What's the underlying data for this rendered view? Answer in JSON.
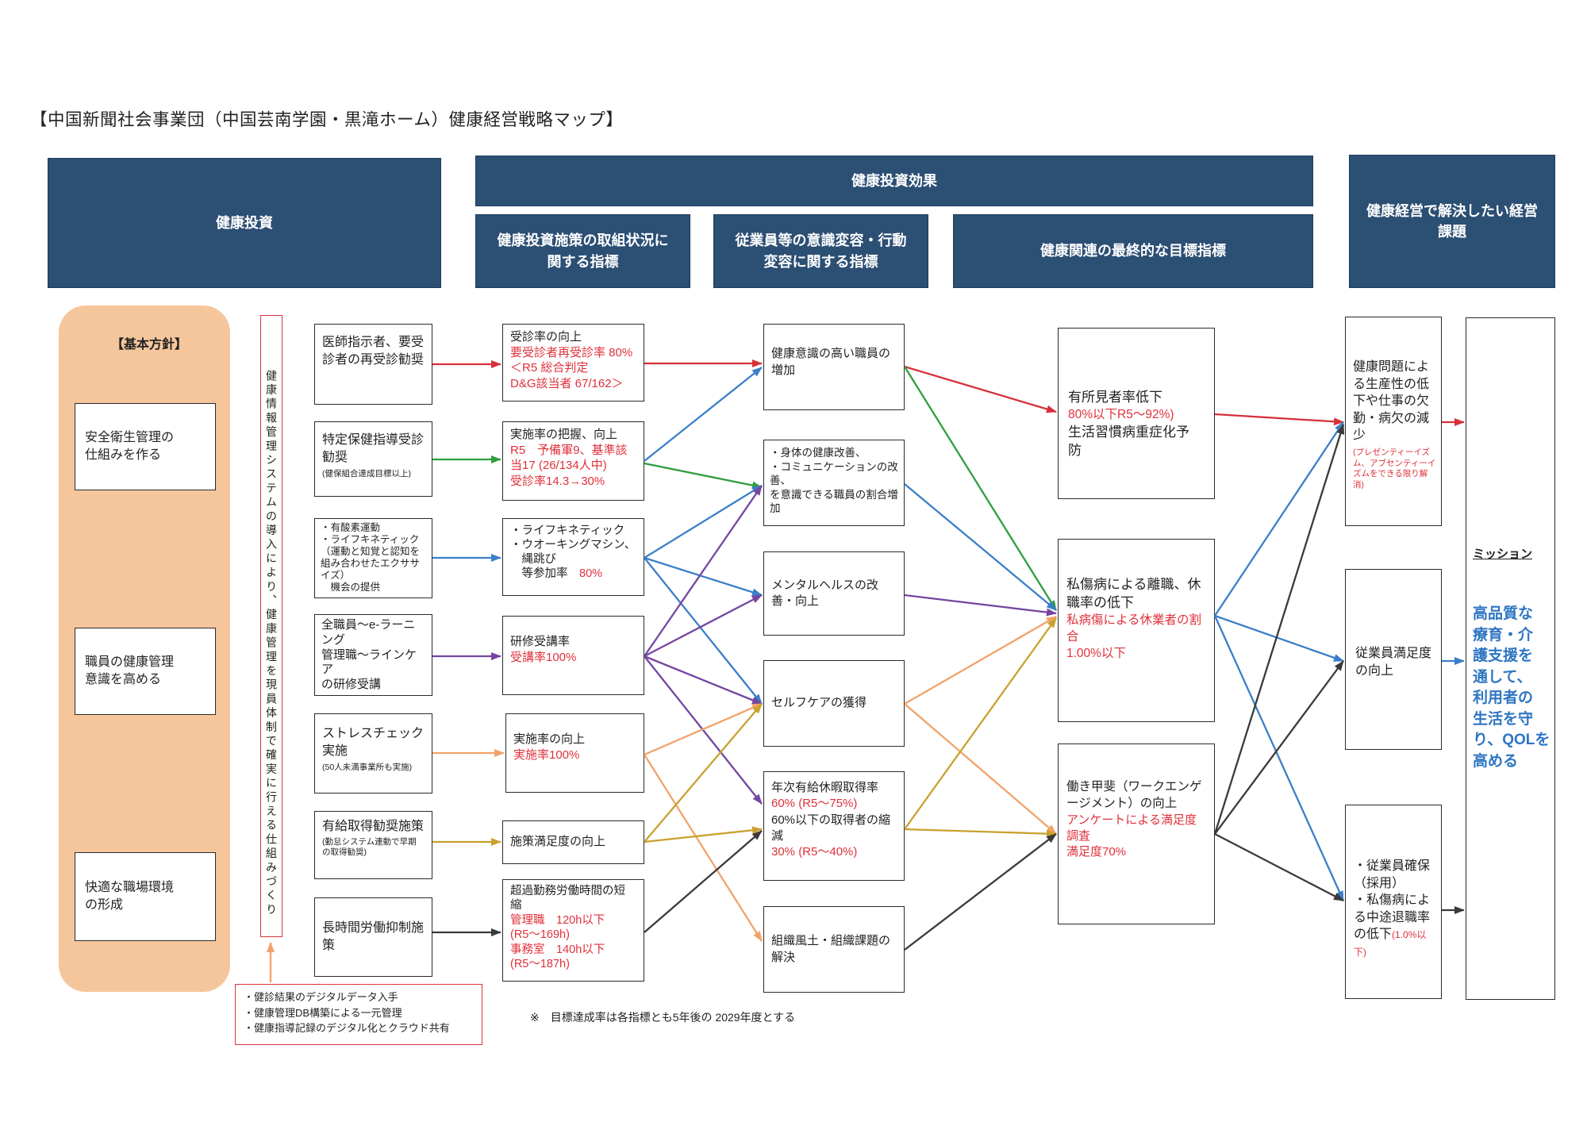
{
  "title": "【中国新聞社会事業団（中国芸南学園・黒滝ホーム）健康経営戦略マップ】",
  "colors": {
    "header_bg": "#2c4f74",
    "panel_bg": "#f5c69c",
    "accent_red": "#e0303a",
    "mission_blue": "#2e75c2",
    "frame_red": "#d9343a"
  },
  "headers": {
    "investment": "健康投資",
    "effect": "健康投資効果",
    "effect_sub": [
      "健康投資施策の取組状況に関する指標",
      "従業員等の意識変容・行動変容に関する指標",
      "健康関連の最終的な目標指標"
    ],
    "issues": "健康経営で解決したい経営課題"
  },
  "policy": {
    "heading": "【基本方針】",
    "items": [
      "安全衛生管理の仕組みを作る",
      "職員の健康管理意識を高める",
      "快適な職場環境の形成"
    ]
  },
  "system_note": "健康情報管理システムの導入により、健康管理を現員体制で確実に行える仕組みづくり",
  "digital_items": [
    "・健診結果のデジタルデータ入手",
    "・健康管理DB構築による一元管理",
    "・健康指導記録のデジタル化とクラウド共有"
  ],
  "actions": [
    {
      "main": "医師指示者、要受診者の再受診勧奨"
    },
    {
      "main": "特定保健指導受診勧奨",
      "note": "(健保組合達成目標以上)"
    },
    {
      "lines": [
        "・有酸素運動",
        "・ライフキネティック（運動と知覚と認知を組み合わせたエクササイズ）",
        "機会の提供"
      ]
    },
    {
      "lines": [
        "全職員～e-ラーニング",
        "管理職～ラインケア",
        "の研修受講"
      ]
    },
    {
      "main": "ストレスチェック実施",
      "note": "(50人未満事業所も実施)"
    },
    {
      "main": "有給取得勧奨施策",
      "note": "(勤怠システム連動で早期の取得勧奨)"
    },
    {
      "main": "長時間労働抑制施策"
    }
  ],
  "indicators": [
    {
      "title": "受診率の向上",
      "red": [
        "要受診者再受診率 80%",
        "＜R5 総合判定",
        "D&G該当者 67/162＞"
      ]
    },
    {
      "title": "実施率の把握、向上",
      "red": [
        "R5　予備軍9、基準該当17 (26/134人中)",
        "受診率14.3→30%"
      ]
    },
    {
      "lines": [
        "・ライフキネティック",
        "・ウオーキングマシン、",
        "縄跳び",
        "等参加率"
      ],
      "red": "80%"
    },
    {
      "title": "研修受講率",
      "red": "受講率100%"
    },
    {
      "title": "実施率の向上",
      "red": "実施率100%"
    },
    {
      "title": "施策満足度の向上"
    },
    {
      "title": "超過勤務労働時間の短縮",
      "red": [
        "管理職　120h以下",
        "(R5～169h)",
        "事務室　140h以下",
        "(R5～187h)"
      ]
    }
  ],
  "behaviors": [
    {
      "title": "健康意識の高い職員の増加"
    },
    {
      "lines": [
        "・身体の健康改善、",
        "・コミュニケーションの改善、",
        "を意識できる職員の割合増加"
      ]
    },
    {
      "title": "メンタルヘルスの改善・向上"
    },
    {
      "title": "セルフケアの獲得"
    },
    {
      "title": "年次有給休暇取得率",
      "red1": "60% (R5～75%)",
      "text": "60%以下の取得者の縮減",
      "red2": "30% (R5～40%)"
    },
    {
      "title": "組織風土・組織課題の解決"
    }
  ],
  "targets": [
    {
      "title": "有所見者率低下",
      "red": "80%以下R5～92%)",
      "text": "生活習慣病重症化予防"
    },
    {
      "title": "私傷病による離職、休職率の低下",
      "red": [
        "私病傷による休業者の割合",
        "1.00%以下"
      ]
    },
    {
      "title": "働き甲斐（ワークエンゲージメント）の向上",
      "red": [
        "アンケートによる満足度調査",
        "満足度70%"
      ]
    }
  ],
  "issues": [
    {
      "title": "健康問題による生産性の低下や仕事の欠勤・病欠の減少",
      "red": "(プレゼンティーイズム、アブセンティーイズムをできる限り解消)"
    },
    {
      "title": "従業員満足度の向上"
    },
    {
      "lines": [
        "・従業員確保（採用）",
        "・私傷病による中途退職率の低下"
      ],
      "red": "(1.0%以下)"
    }
  ],
  "mission": {
    "heading": "ミッション",
    "lines": [
      "高品質な",
      "療育・介",
      "護支援を",
      "通して、",
      "利用者の",
      "生活を守",
      "り、QOLを",
      "高める"
    ]
  },
  "footnote": "※　目標達成率は各指標とも5年後の 2029年度とする"
}
